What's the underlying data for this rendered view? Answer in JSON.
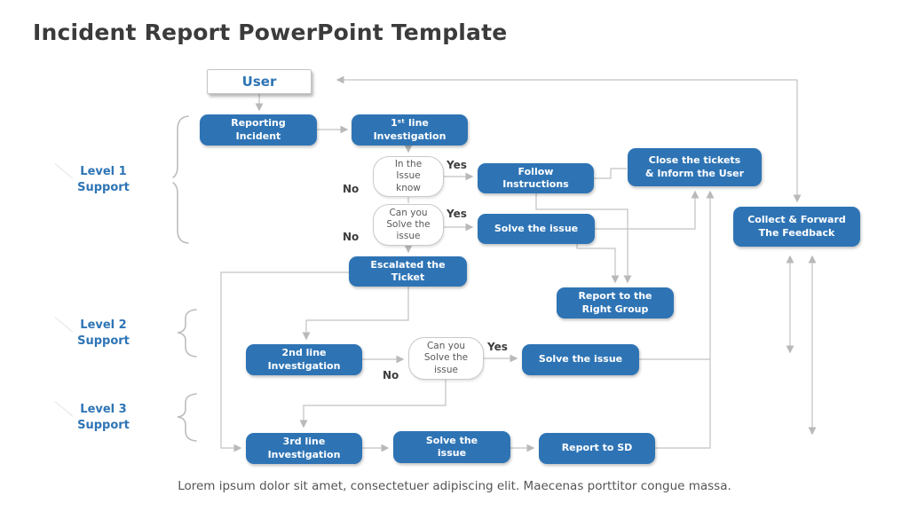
{
  "slide": {
    "title": "Incident Report PowerPoint Template",
    "footer": "Lorem ipsum dolor sit amet, consectetuer adipiscing elit. Maecenas porttitor congue massa.",
    "colors": {
      "accent_blue": "#2E74B5",
      "connector_gray": "#C2C2C2",
      "title_text": "#3B3B3B",
      "body_text": "#555555"
    }
  },
  "levels": [
    {
      "label": "Level 1\nSupport"
    },
    {
      "label": "Level 2\nSupport"
    },
    {
      "label": "Level 3\nSupport"
    }
  ],
  "nodes": {
    "user": "User",
    "reporting_incident": "Reporting\nIncident",
    "first_line_investigation": "1ˢᵗ line\nInvestigation",
    "issue_known_decision": "In the\nIssue\nknow",
    "follow_instructions": "Follow\nInstructions",
    "close_tickets": "Close the tickets\n& Inform the User",
    "can_solve_decision_1": "Can you\nSolve the\nissue",
    "solve_issue_1": "Solve the issue",
    "collect_feedback": "Collect & Forward\nThe Feedback",
    "escalated_ticket": "Escalated the\nTicket",
    "report_right_group": "Report to the\nRight Group",
    "second_line_investigation": "2nd line\nInvestigation",
    "can_solve_decision_2": "Can you\nSolve the\nissue",
    "solve_issue_2": "Solve the issue",
    "third_line_investigation": "3rd line\nInvestigation",
    "solve_issue_3": "Solve the\nissue",
    "report_sd": "Report to SD"
  },
  "branch_labels": {
    "yes1": "Yes",
    "no1": "No",
    "yes2": "Yes",
    "no2": "No",
    "yes3": "Yes",
    "no3": "No"
  }
}
